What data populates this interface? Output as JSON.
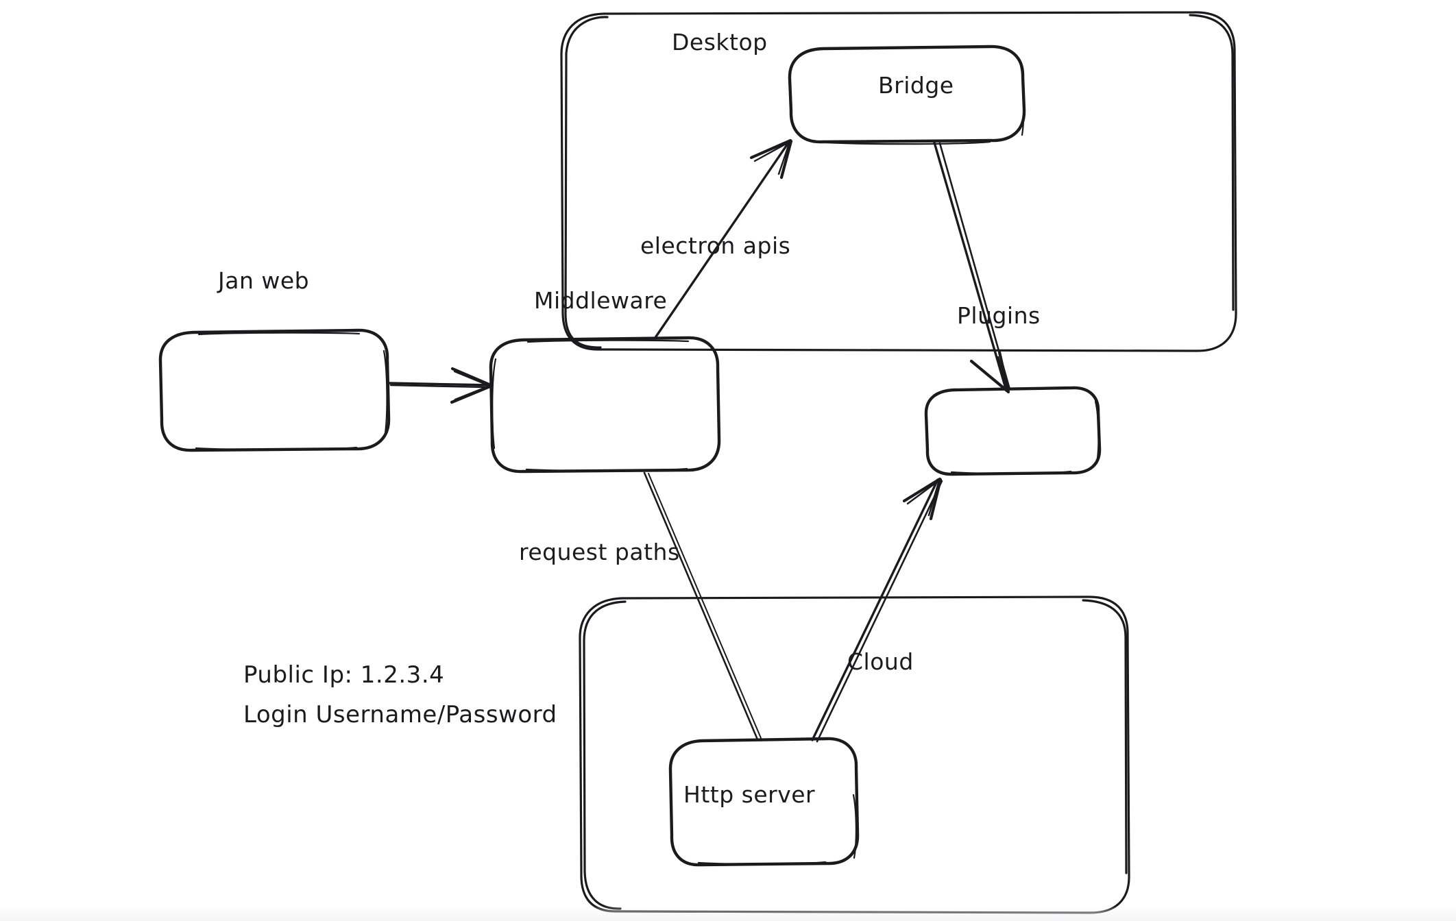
{
  "diagram": {
    "title_hidden": "",
    "groups": [
      {
        "id": "desktop",
        "label": "Desktop"
      },
      {
        "id": "cloud_group",
        "label": ""
      }
    ],
    "nodes": [
      {
        "id": "jan_web",
        "label": "Jan web"
      },
      {
        "id": "middleware",
        "label": "Middleware"
      },
      {
        "id": "bridge",
        "label": "Bridge"
      },
      {
        "id": "plugins",
        "label": "Plugins"
      },
      {
        "id": "http_server",
        "label": "Http server"
      }
    ],
    "edges": [
      {
        "id": "jan-to-middleware",
        "from": "jan_web",
        "to": "middleware",
        "label": ""
      },
      {
        "id": "middleware-to-bridge",
        "from": "middleware",
        "to": "bridge",
        "label": "electron apis"
      },
      {
        "id": "bridge-to-plugins",
        "from": "bridge",
        "to": "plugins",
        "label": ""
      },
      {
        "id": "middleware-to-http",
        "from": "middleware",
        "to": "http_server",
        "label": "request paths"
      },
      {
        "id": "http-to-plugins",
        "from": "http_server",
        "to": "plugins",
        "label": "Cloud"
      }
    ],
    "notes": {
      "public_ip_line": "Public Ip: 1.2.3.4",
      "login_line": "Login Username/Password"
    },
    "colors": {
      "ink": "#1b1b1d",
      "background": "#ffffff"
    }
  }
}
